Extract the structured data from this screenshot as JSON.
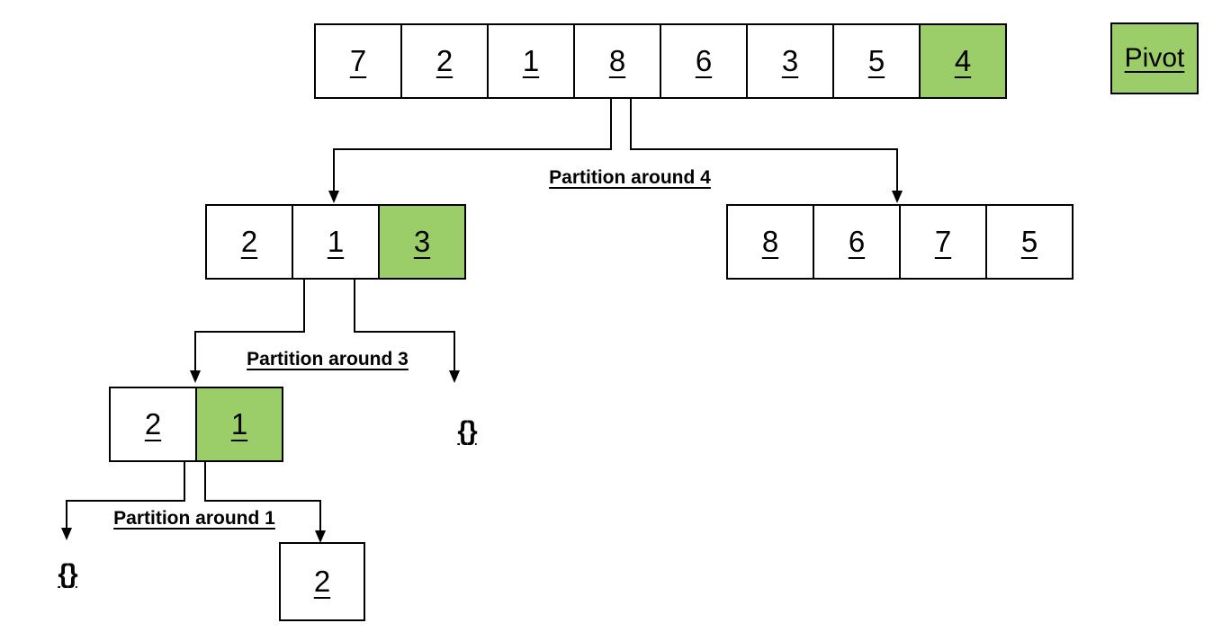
{
  "colors": {
    "line": "#000000",
    "pivot_fill": "#9BCD69",
    "cell_fill": "#FFFFFF",
    "bg": "#FFFFFF"
  },
  "legend": {
    "pivot_label": "Pivot"
  },
  "partition_labels": {
    "level1": "Partition around 4",
    "level2": "Partition around 3",
    "level3": "Partition around 1"
  },
  "empty_sets": {
    "level2_right": "{}",
    "level3_left": "{}"
  },
  "arrays": {
    "root": {
      "cells": [
        {
          "value": "7",
          "pivot": false
        },
        {
          "value": "2",
          "pivot": false
        },
        {
          "value": "1",
          "pivot": false
        },
        {
          "value": "8",
          "pivot": false
        },
        {
          "value": "6",
          "pivot": false
        },
        {
          "value": "3",
          "pivot": false
        },
        {
          "value": "5",
          "pivot": false
        },
        {
          "value": "4",
          "pivot": true
        }
      ]
    },
    "level2_left": {
      "cells": [
        {
          "value": "2",
          "pivot": false
        },
        {
          "value": "1",
          "pivot": false
        },
        {
          "value": "3",
          "pivot": true
        }
      ]
    },
    "level2_right": {
      "cells": [
        {
          "value": "8",
          "pivot": false
        },
        {
          "value": "6",
          "pivot": false
        },
        {
          "value": "7",
          "pivot": false
        },
        {
          "value": "5",
          "pivot": false
        }
      ]
    },
    "level3_left": {
      "cells": [
        {
          "value": "2",
          "pivot": false
        },
        {
          "value": "1",
          "pivot": true
        }
      ]
    },
    "level4_right": {
      "cells": [
        {
          "value": "2",
          "pivot": false
        }
      ]
    }
  }
}
